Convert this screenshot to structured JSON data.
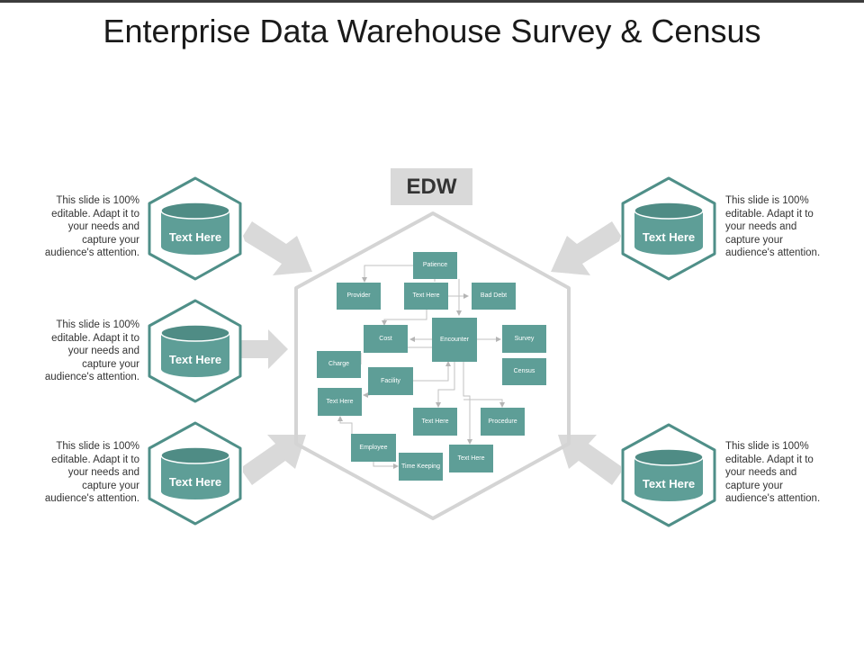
{
  "title": "Enterprise Data Warehouse Survey & Census",
  "center_label": "EDW",
  "colors": {
    "teal": "#5e9e97",
    "teal_dark": "#4f8c85",
    "hex_border": "#4f8f88",
    "gray_arrow": "#d9d9d9",
    "edw_bg": "#d9d9d9"
  },
  "side_text": {
    "left_top": "This slide is 100% editable. Adapt it to your needs and capture your audience's attention.",
    "left_mid": "This slide is 100% editable. Adapt it to your needs and capture your audience's attention.",
    "left_bottom": "This slide is 100% editable. Adapt it to your needs and capture your audience's attention.",
    "right_top": "This slide is 100% editable. Adapt it to your needs and capture your audience's attention.",
    "right_bottom": "This slide is 100% editable. Adapt it to your needs and capture your audience's attention."
  },
  "databases": {
    "left_top": "Text Here",
    "left_mid": "Text Here",
    "left_bottom": "Text Here",
    "right_top": "Text Here",
    "right_bottom": "Text Here"
  },
  "nodes": {
    "patience": "Patience",
    "provider": "Provider",
    "text_here_1": "Text Here",
    "bad_debt": "Bad Debt",
    "cost": "Cost",
    "encounter": "Encounter",
    "survey": "Survey",
    "charge": "Charge",
    "census": "Census",
    "facility": "Facility",
    "text_here_2": "Text Here",
    "text_here_3": "Text Here",
    "procedure": "Procedure",
    "employee": "Employee",
    "text_here_4": "Text Here",
    "time_keeping": "Time Keeping"
  }
}
